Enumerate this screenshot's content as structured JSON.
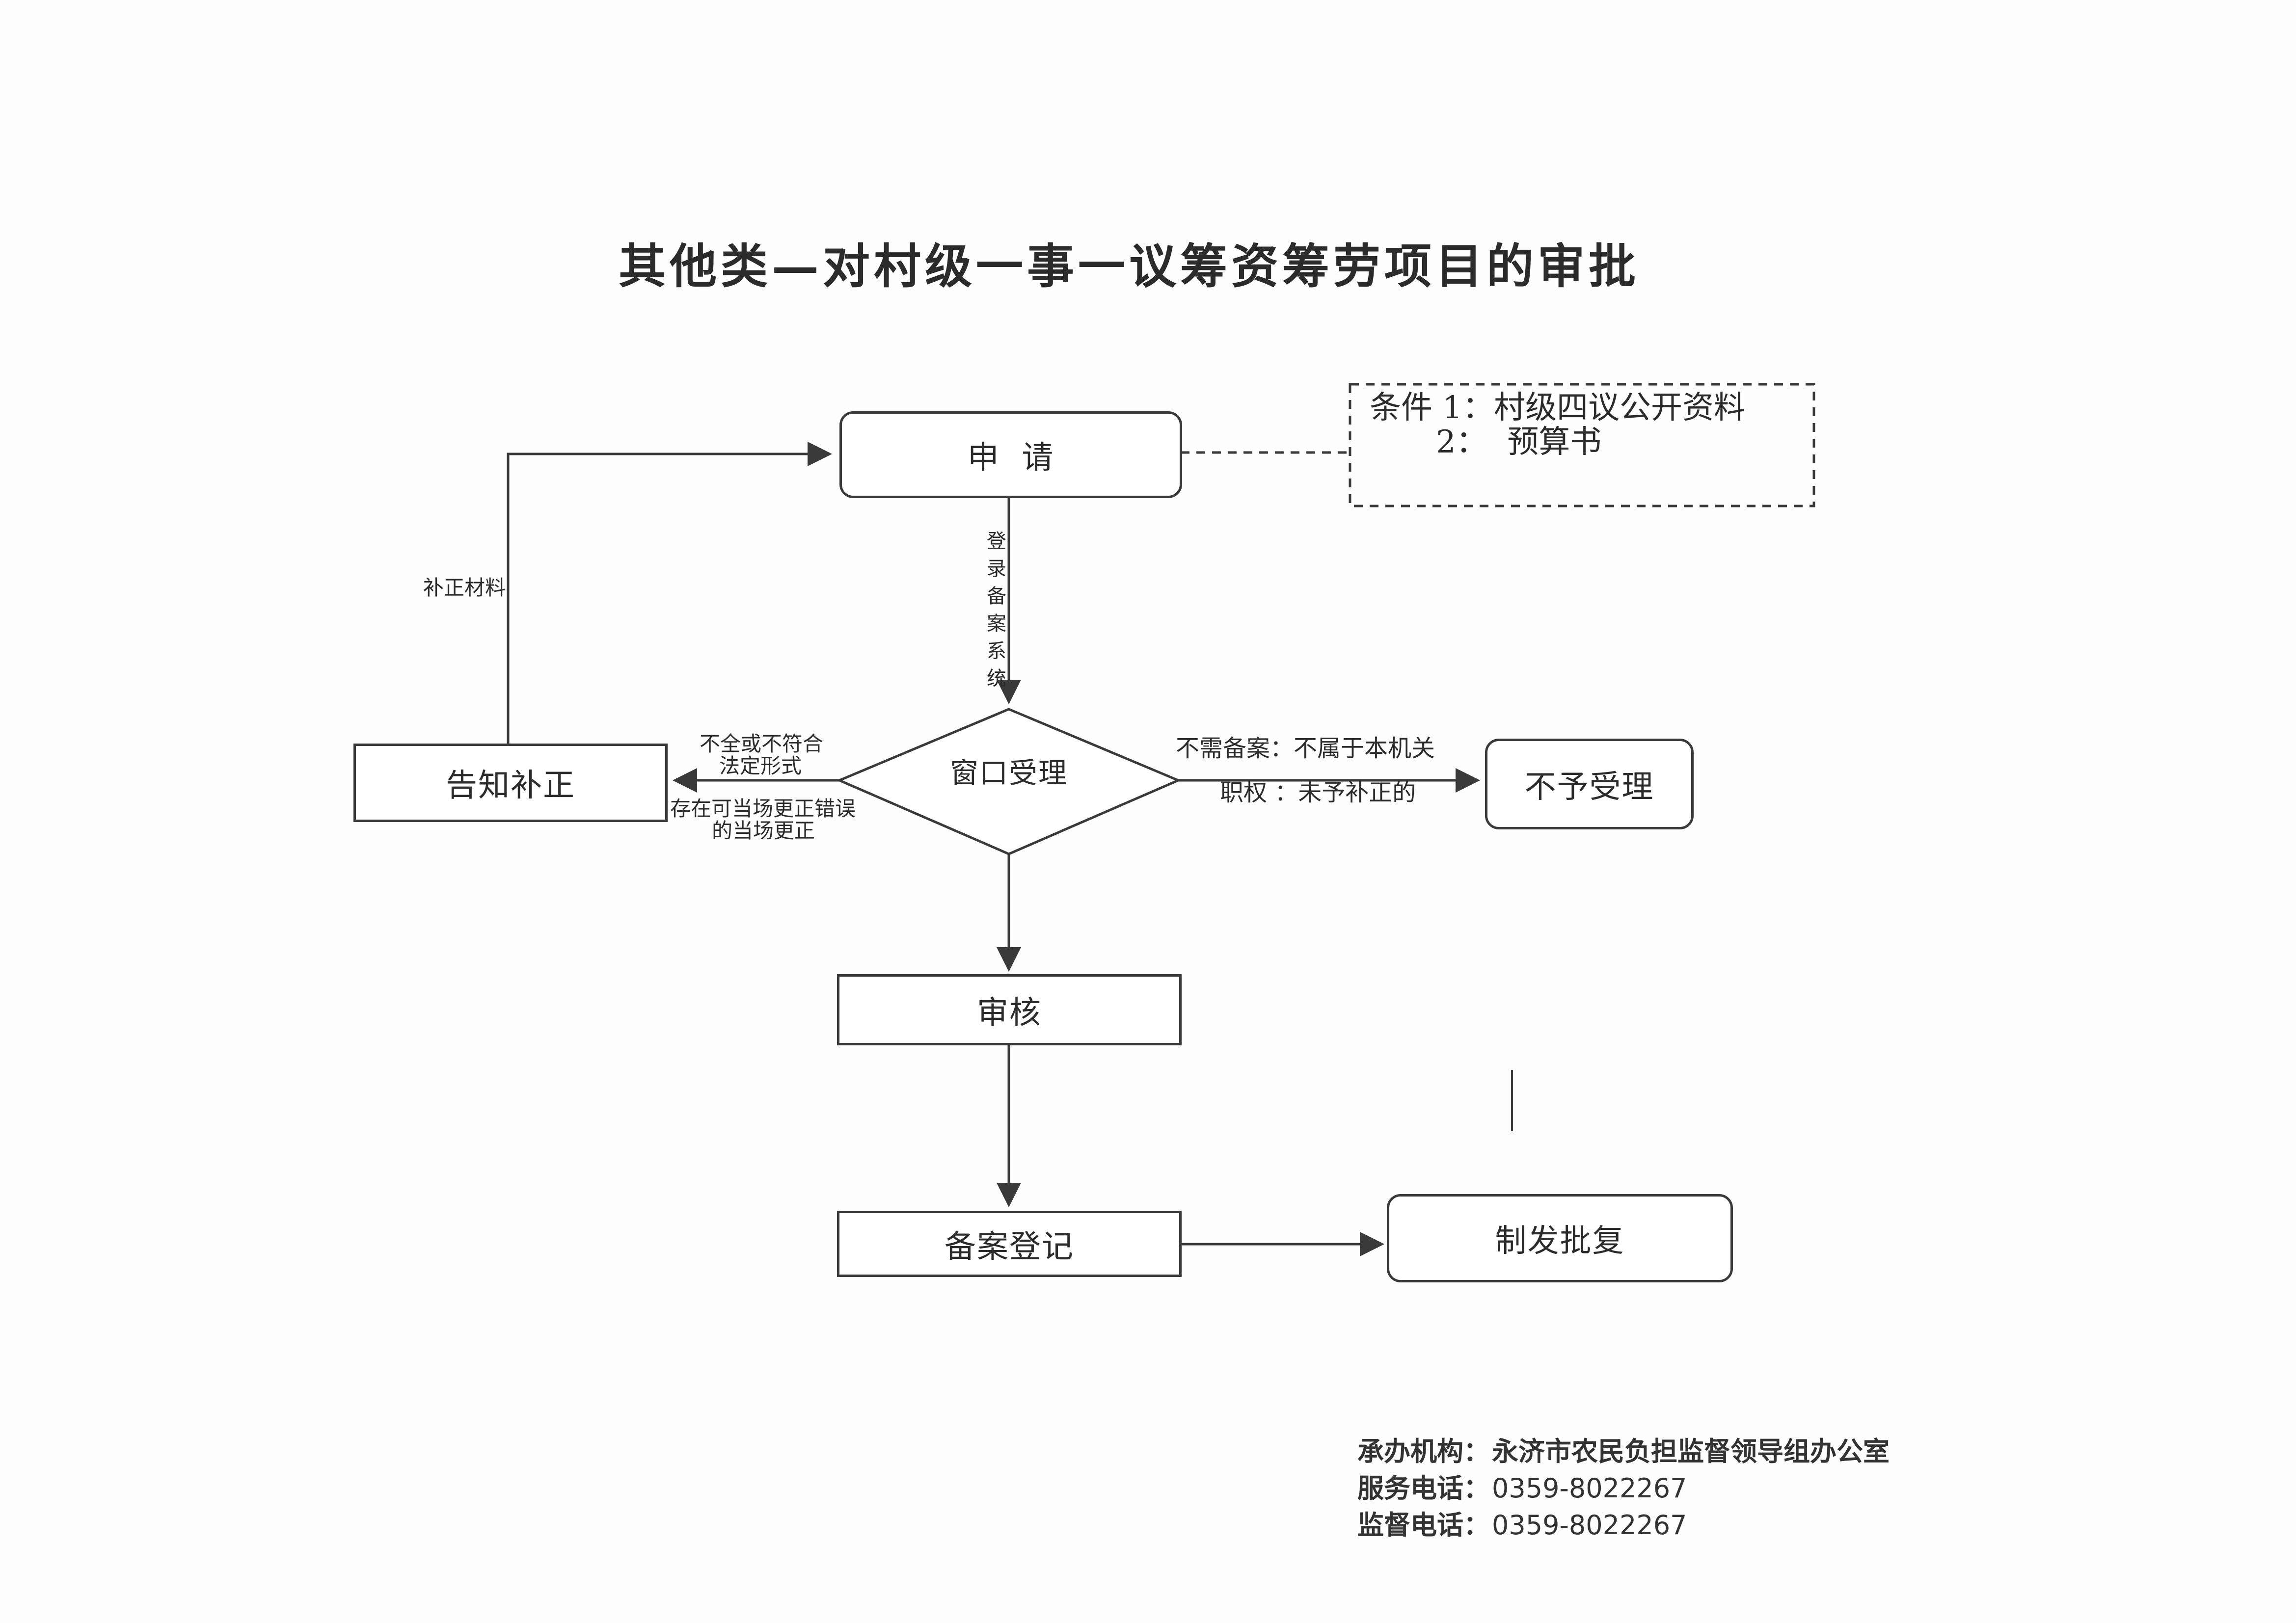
{
  "title": "其他类—对村级一事一议筹资筹劳项目的审批",
  "nodes": {
    "apply": "申  请",
    "window": "窗口受理",
    "notify": "告知补正",
    "reject": "不予受理",
    "review": "审核",
    "record": "备案登记",
    "approve": "制发批复"
  },
  "conditions": {
    "line1": "条件 1：村级四议公开资料",
    "line2": "2：  预算书"
  },
  "edge_labels": {
    "register_system": "登录备案系统",
    "supplement": "补正材料",
    "incomplete_1": "不全或不符合",
    "incomplete_2": "法定形式",
    "correct_1": "存在可当场更正错误",
    "correct_2": "的当场更正",
    "not_needed": "不需备案：不属于本机关",
    "no_authority": "职权 ：未予补正的"
  },
  "footer": {
    "org_label": "承办机构：",
    "org_value": "永济市农民负担监督领导组办公室",
    "service_label": "服务电话：",
    "service_value": "0359-8022267",
    "supervise_label": "监督电话：",
    "supervise_value": "0359-8022267"
  },
  "colors": {
    "line": "#3a3a3a",
    "text": "#2b2b2b"
  }
}
